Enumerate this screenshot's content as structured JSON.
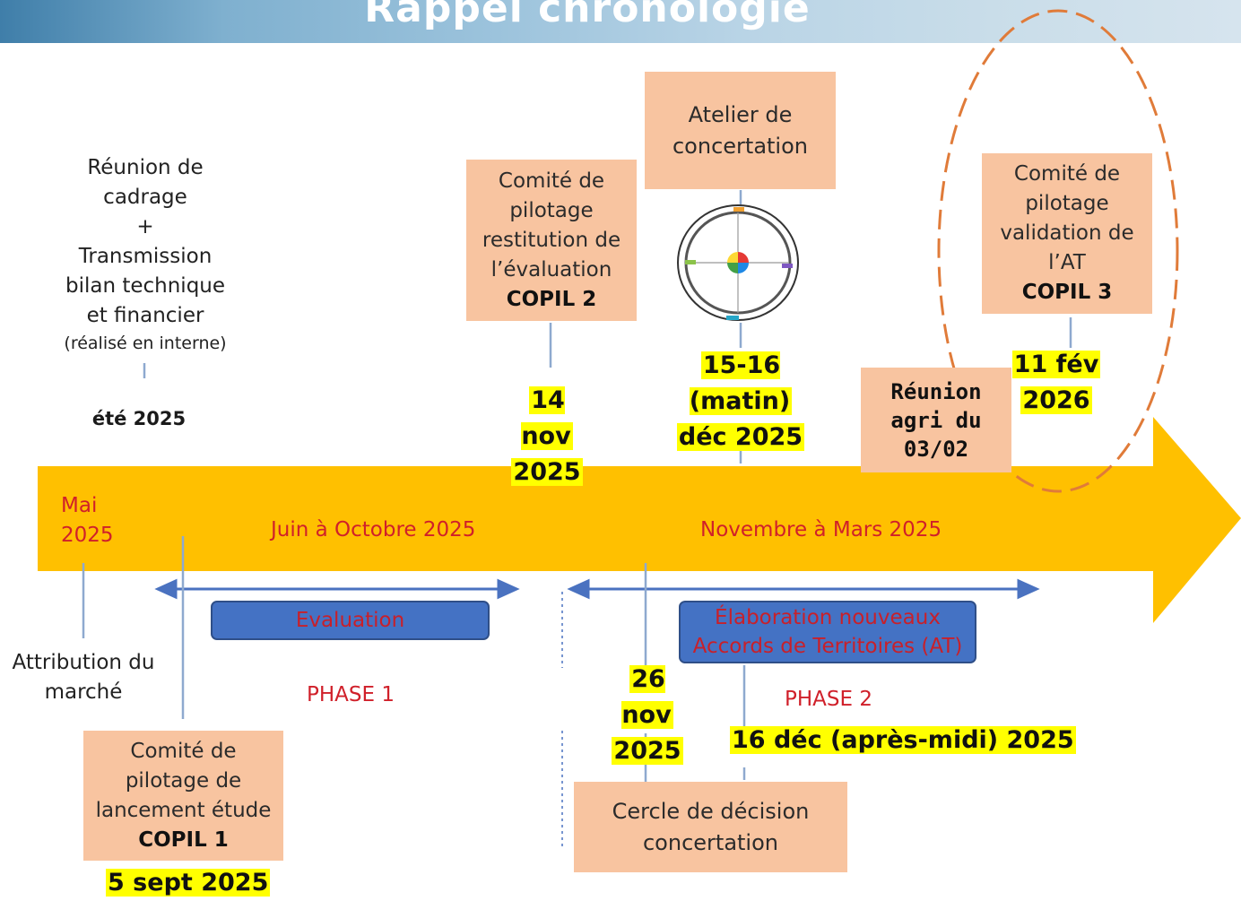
{
  "header": {
    "title": "Rappel chronologie"
  },
  "top_left": {
    "lines": [
      "Réunion de",
      "cadrage",
      "+",
      "Transmission",
      "bilan technique",
      "et financier"
    ],
    "note": "(réalisé en interne)",
    "date": "été 2025"
  },
  "copil2": {
    "lines": [
      "Comité de",
      "pilotage",
      "restitution de",
      "l’évaluation"
    ],
    "bold": "COPIL 2",
    "date1": "14 nov",
    "date2": "2025"
  },
  "atelier": {
    "lines": [
      "Atelier de",
      "concertation"
    ],
    "date1": "15-16 (matin)",
    "date2": "déc 2025"
  },
  "reunion_agri": {
    "lines": [
      "Réunion",
      "agri du",
      "03/02"
    ]
  },
  "copil3": {
    "lines": [
      "Comité de",
      "pilotage",
      "validation de",
      "l’AT"
    ],
    "bold": "COPIL 3",
    "date1": "11 fév",
    "date2": "2026"
  },
  "arrow": {
    "mai1": "Mai",
    "mai2": "2025",
    "period1": "Juin à Octobre 2025",
    "period2": "Novembre à Mars 2025",
    "color": "#ffc000",
    "label_color": "#d0202a"
  },
  "evaluation": {
    "label": "Evaluation",
    "phase": "PHASE 1"
  },
  "elaboration": {
    "line1": "Élaboration nouveaux",
    "line2": "Accords de Territoires (AT)",
    "phase": "PHASE 2"
  },
  "attribution": {
    "line1": "Attribution du",
    "line2": "marché"
  },
  "copil1": {
    "lines": [
      "Comité de",
      "pilotage de",
      "lancement étude"
    ],
    "bold": "COPIL 1",
    "date": "5 sept 2025"
  },
  "cercle": {
    "line1": "Cercle de décision",
    "line2": "concertation",
    "date1": "26 nov",
    "date2": "2025",
    "date3": "16 déc (après-midi) 2025"
  },
  "colors": {
    "box": "#f8c4a0",
    "highlight": "#ffff00",
    "pill": "#4472c4",
    "dashed_ellipse": "#e07b39"
  }
}
